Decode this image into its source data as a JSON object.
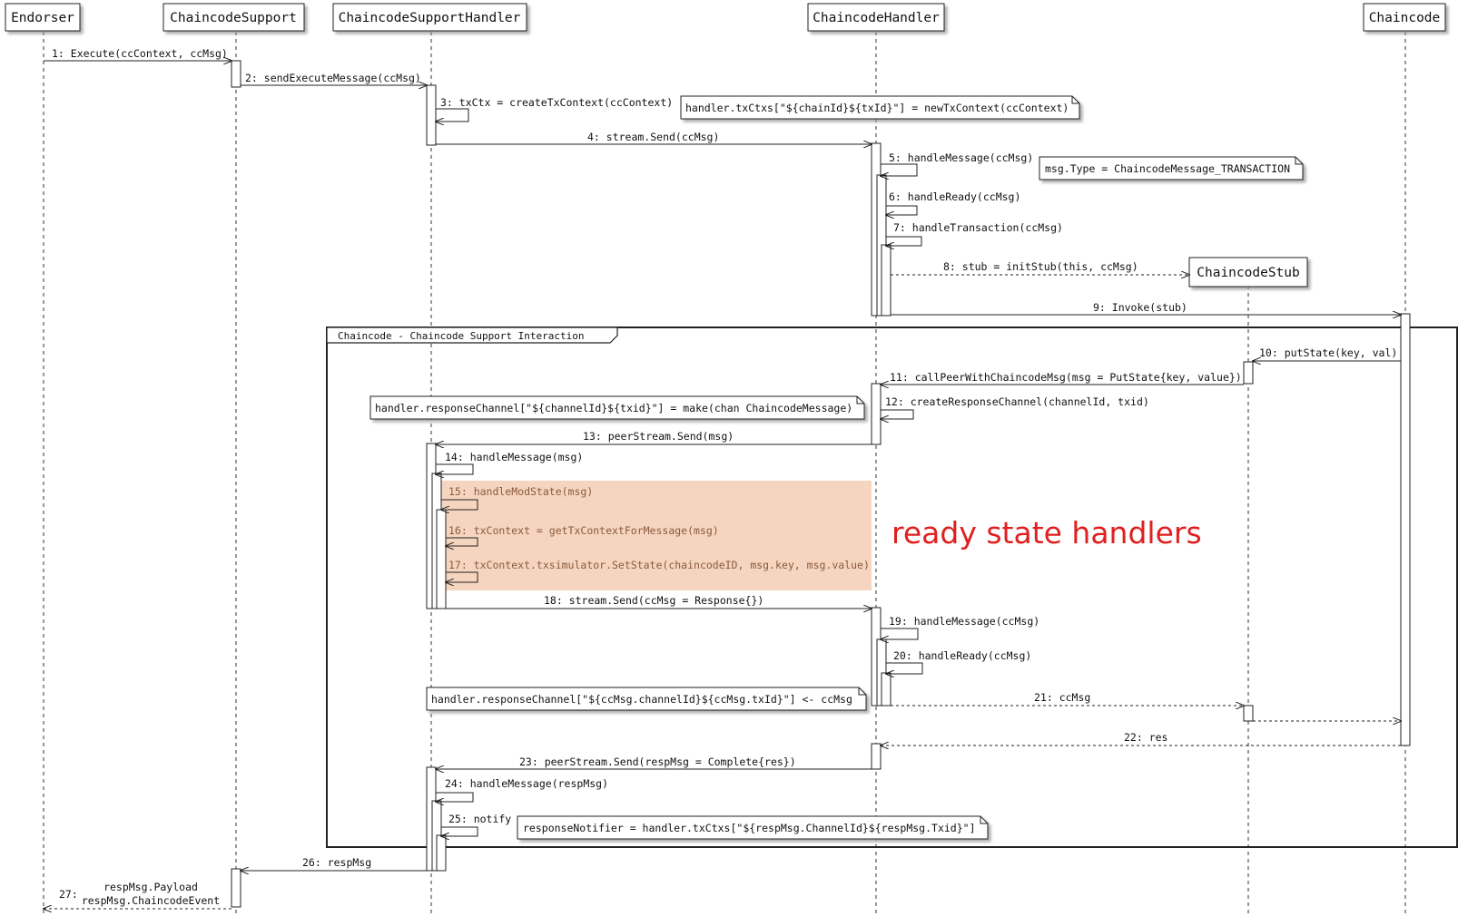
{
  "participants": {
    "endorser": "Endorser",
    "chaincode_support": "ChaincodeSupport",
    "chaincode_support_handler": "ChaincodeSupportHandler",
    "chaincode_handler": "ChaincodeHandler",
    "chaincode": "Chaincode",
    "chaincode_stub": "ChaincodeStub"
  },
  "messages": {
    "m1": "1: Execute(ccContext, ccMsg)",
    "m2": "2: sendExecuteMessage(ccMsg)",
    "m3": "3: txCtx = createTxContext(ccContext)",
    "m4": "4: stream.Send(ccMsg)",
    "m5": "5: handleMessage(ccMsg)",
    "m6": "6: handleReady(ccMsg)",
    "m7": "7: handleTransaction(ccMsg)",
    "m8": "8: stub = initStub(this, ccMsg)",
    "m9": "9: Invoke(stub)",
    "m10": "10: putState(key, val)",
    "m11": "11: callPeerWithChaincodeMsg(msg = PutState{key, value})",
    "m12": "12: createResponseChannel(channelId, txid)",
    "m13": "13: peerStream.Send(msg)",
    "m14": "14: handleMessage(msg)",
    "m15": "15: handleModState(msg)",
    "m16": "16: txContext = getTxContextForMessage(msg)",
    "m17": "17: txContext.txsimulator.SetState(chaincodeID, msg.key, msg.value)",
    "m18": "18: stream.Send(ccMsg = Response{})",
    "m19": "19: handleMessage(ccMsg)",
    "m20": "20: handleReady(ccMsg)",
    "m21": "21: ccMsg",
    "m22": "22: res",
    "m23": "23: peerStream.Send(respMsg = Complete{res})",
    "m24": "24: handleMessage(respMsg)",
    "m25": "25: notify",
    "m26": "26: respMsg",
    "m27_num": "27:",
    "m27_line1": "respMsg.Payload",
    "m27_line2": "respMsg.ChaincodeEvent"
  },
  "notes": {
    "n1": "handler.txCtxs[\"${chainId}${txId}\"] = newTxContext(ccContext)",
    "n2": "msg.Type = ChaincodeMessage_TRANSACTION",
    "n3": "handler.responseChannel[\"${channelId}${txid}\"] = make(chan ChaincodeMessage)",
    "n4": "handler.responseChannel[\"${ccMsg.channelId}${ccMsg.txId}\"] <- ccMsg",
    "n5": "responseNotifier = handler.txCtxs[\"${respMsg.ChannelId}${respMsg.Txid}\"]"
  },
  "frame": {
    "label": "Chaincode - Chaincode Support Interaction"
  },
  "highlight": {
    "label": "ready state handlers",
    "fill": "#f5d5bf",
    "label_color": "#e02020"
  }
}
